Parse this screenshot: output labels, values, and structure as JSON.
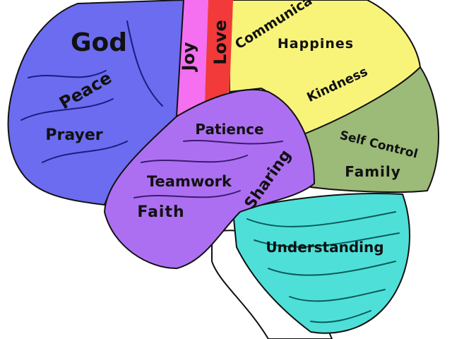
{
  "title": "Brain values diagram",
  "colors": {
    "frontal": "#6b6cf0",
    "joy_strip": "#f470f0",
    "love_strip": "#f23a3a",
    "parietal": "#f8f47a",
    "occipital": "#9cba78",
    "temporal": "#ad6ff2",
    "cerebellum": "#4ee0d8",
    "stem": "#ffffff"
  },
  "labels": {
    "god": "God",
    "peace": "Peace",
    "prayer": "Prayer",
    "joy": "Joy",
    "love": "Love",
    "communication": "Communica",
    "happiness": "Happines",
    "kindness": "Kindness",
    "self_control": "Self Control",
    "family": "Family",
    "patience": "Patience",
    "teamwork": "Teamwork",
    "sharing": "Sharing",
    "faith": "Faith",
    "understanding": "Understanding"
  }
}
